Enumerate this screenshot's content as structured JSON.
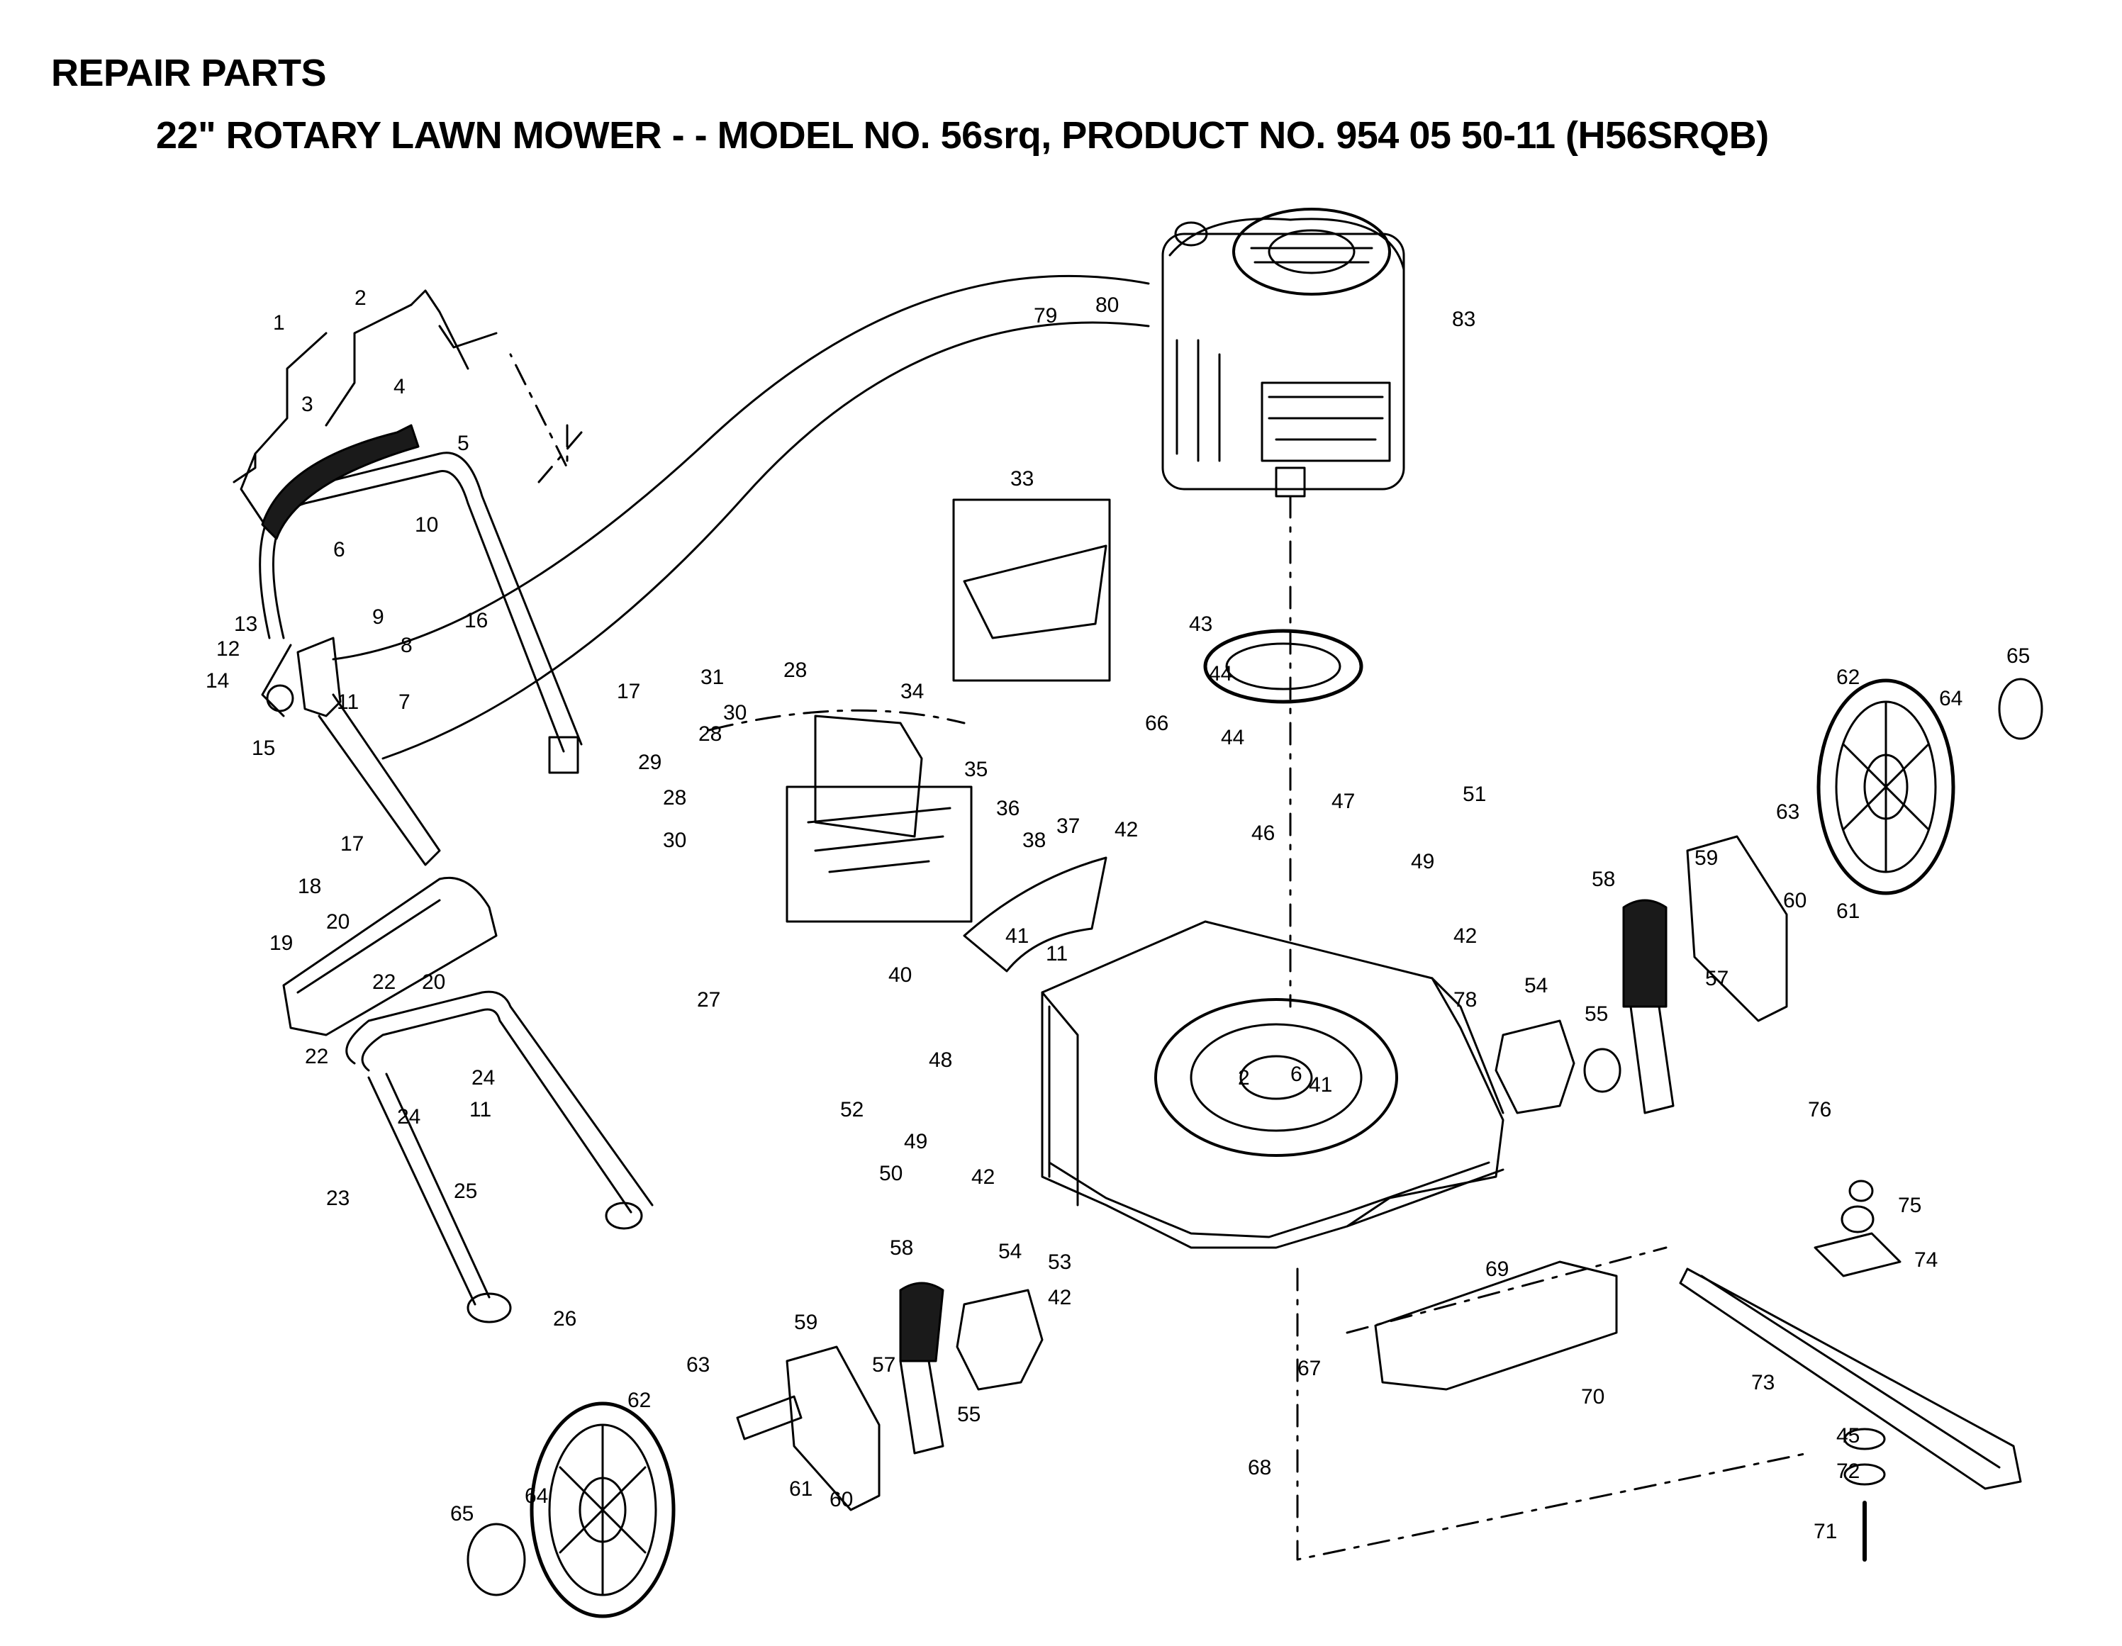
{
  "header": {
    "title": "REPAIR PARTS",
    "subtitle": "22\" ROTARY LAWN MOWER - - MODEL NO. 56srq, PRODUCT NO. 954 05 50-11 (H56SRQB)"
  },
  "colors": {
    "ink": "#000000",
    "paper": "#ffffff",
    "part_fill": "#1a1a1a"
  },
  "diagram": {
    "callouts": [
      "1",
      "2",
      "3",
      "4",
      "5",
      "6",
      "9",
      "10",
      "8",
      "16",
      "13",
      "12",
      "14",
      "11",
      "7",
      "15",
      "17",
      "17",
      "18",
      "20",
      "19",
      "20",
      "22",
      "22",
      "24",
      "11",
      "24",
      "23",
      "25",
      "26",
      "31",
      "28",
      "30",
      "28",
      "29",
      "28",
      "30",
      "34",
      "35",
      "36",
      "37",
      "38",
      "27",
      "42",
      "41",
      "11",
      "40",
      "33",
      "43",
      "44",
      "44",
      "66",
      "46",
      "47",
      "51",
      "49",
      "42",
      "48",
      "52",
      "49",
      "50",
      "42",
      "53",
      "42",
      "2",
      "6",
      "41",
      "78",
      "54",
      "55",
      "58",
      "57",
      "59",
      "63",
      "62",
      "64",
      "65",
      "61",
      "60",
      "79",
      "80",
      "83",
      "76",
      "75",
      "74",
      "73",
      "69",
      "70",
      "67",
      "68",
      "45",
      "72",
      "71",
      "58",
      "54",
      "59",
      "57",
      "55",
      "63",
      "62",
      "61",
      "60",
      "65",
      "64"
    ]
  }
}
